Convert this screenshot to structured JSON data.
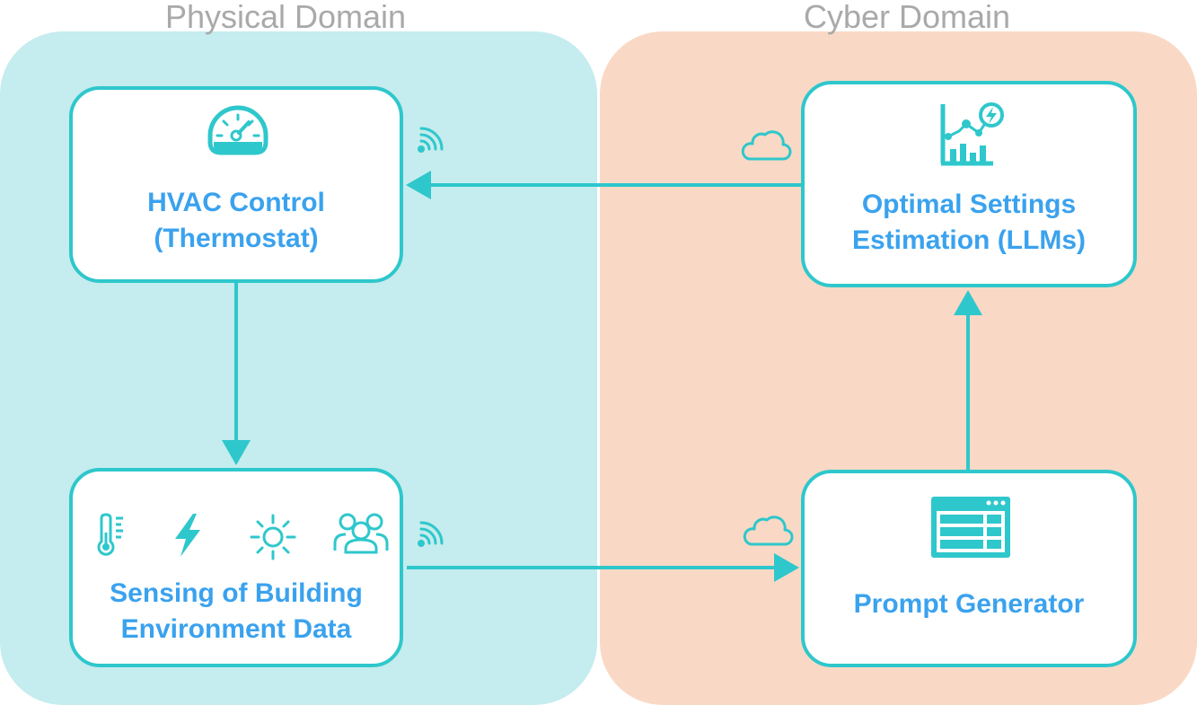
{
  "regions": {
    "physical": {
      "title": "Physical Domain"
    },
    "cyber": {
      "title": "Cyber Domain"
    }
  },
  "nodes": {
    "hvac": {
      "line1": "HVAC Control",
      "line2": "(Thermostat)",
      "icons": [
        "gauge-icon"
      ]
    },
    "optimal": {
      "line1": "Optimal Settings",
      "line2": "Estimation (LLMs)",
      "icons": [
        "analytics-chart-icon"
      ]
    },
    "sensing": {
      "line1": "Sensing of Building",
      "line2": "Environment Data",
      "icons": [
        "thermometer-icon",
        "lightning-icon",
        "sun-icon",
        "people-icon"
      ]
    },
    "prompt": {
      "line1": "Prompt Generator",
      "icons": [
        "browser-window-icon"
      ]
    }
  },
  "edges": [
    {
      "from": "optimal",
      "to": "hvac",
      "icon": "cloud-icon"
    },
    {
      "from": "hvac",
      "to": "sensing"
    },
    {
      "from": "sensing",
      "to": "prompt",
      "icon": "cloud-icon"
    },
    {
      "from": "prompt",
      "to": "optimal"
    }
  ],
  "colors": {
    "accent": "#2ec7cc",
    "label": "#3aa2ee",
    "physical_bg": "#c5ecee",
    "cyber_bg": "#f9d9c5",
    "title": "#a9a9a9"
  }
}
